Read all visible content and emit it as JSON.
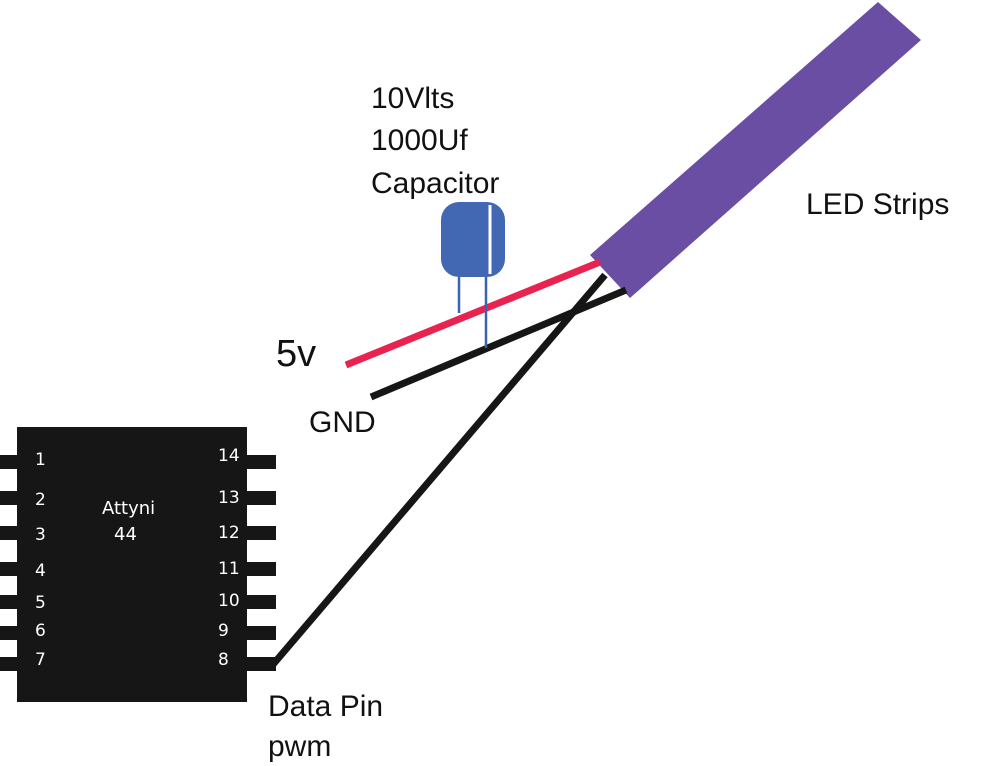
{
  "colors": {
    "background": "#ffffff",
    "chip": "#161616",
    "led_strip": "#6a4ea3",
    "wire_5v": "#e8234f",
    "wire_gnd": "#161616",
    "capacitor_body": "#4268b3",
    "capacitor_leads": "#3a63b0"
  },
  "chip": {
    "name_line1": "Attyni",
    "name_line2": "44",
    "left_pins": [
      "1",
      "2",
      "3",
      "4",
      "5",
      "6",
      "7"
    ],
    "right_pins": [
      "14",
      "13",
      "12",
      "11",
      "10",
      "9",
      "8"
    ]
  },
  "capacitor": {
    "label_line1": "10Vlts",
    "label_line2": "1000Uf",
    "label_line3": "Capacitor"
  },
  "led": {
    "label": "LED Strips"
  },
  "wires": {
    "power_label": "5v",
    "ground_label": "GND",
    "data_label_line1": "Data Pin",
    "data_label_line2": "pwm"
  }
}
